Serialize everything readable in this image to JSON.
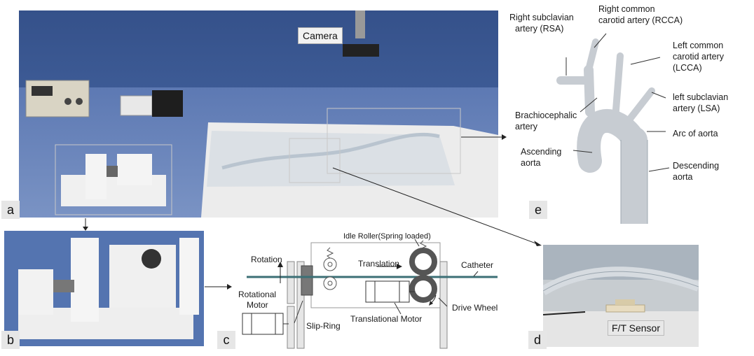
{
  "panels": {
    "a": "a",
    "b": "b",
    "c": "c",
    "d": "d",
    "e": "e"
  },
  "photo_a": {
    "camera_label": "Camera"
  },
  "diagram_c": {
    "idle_roller": "Idle Roller(Spring loaded)",
    "rotation": "Rotation",
    "translation": "Translation",
    "catheter": "Catheter",
    "rotational_motor_1": "Rotational",
    "rotational_motor_2": "Motor",
    "slip_ring": "Slip-Ring",
    "translational_motor": "Translational Motor",
    "drive_wheel": "Drive Wheel"
  },
  "photo_d": {
    "sensor_label": "F/T Sensor"
  },
  "anatomy_e": {
    "rsa_1": "Right subclavian",
    "rsa_2": "artery (RSA)",
    "rcca_1": "Right common",
    "rcca_2": "carotid artery (RCCA)",
    "lcca_1": "Left common",
    "lcca_2": "carotid artery",
    "lcca_3": "(LCCA)",
    "lsa_1": "left subclavian",
    "lsa_2": "artery (LSA)",
    "brach_1": "Brachiocephalic",
    "brach_2": "artery",
    "arc": "Arc of aorta",
    "asc_1": "Ascending",
    "asc_2": "aorta",
    "desc_1": "Descending",
    "desc_2": "aorta"
  },
  "colors": {
    "backdrop": "#3f5f99",
    "catheter": "#3b6f75",
    "roller": "#555555"
  }
}
